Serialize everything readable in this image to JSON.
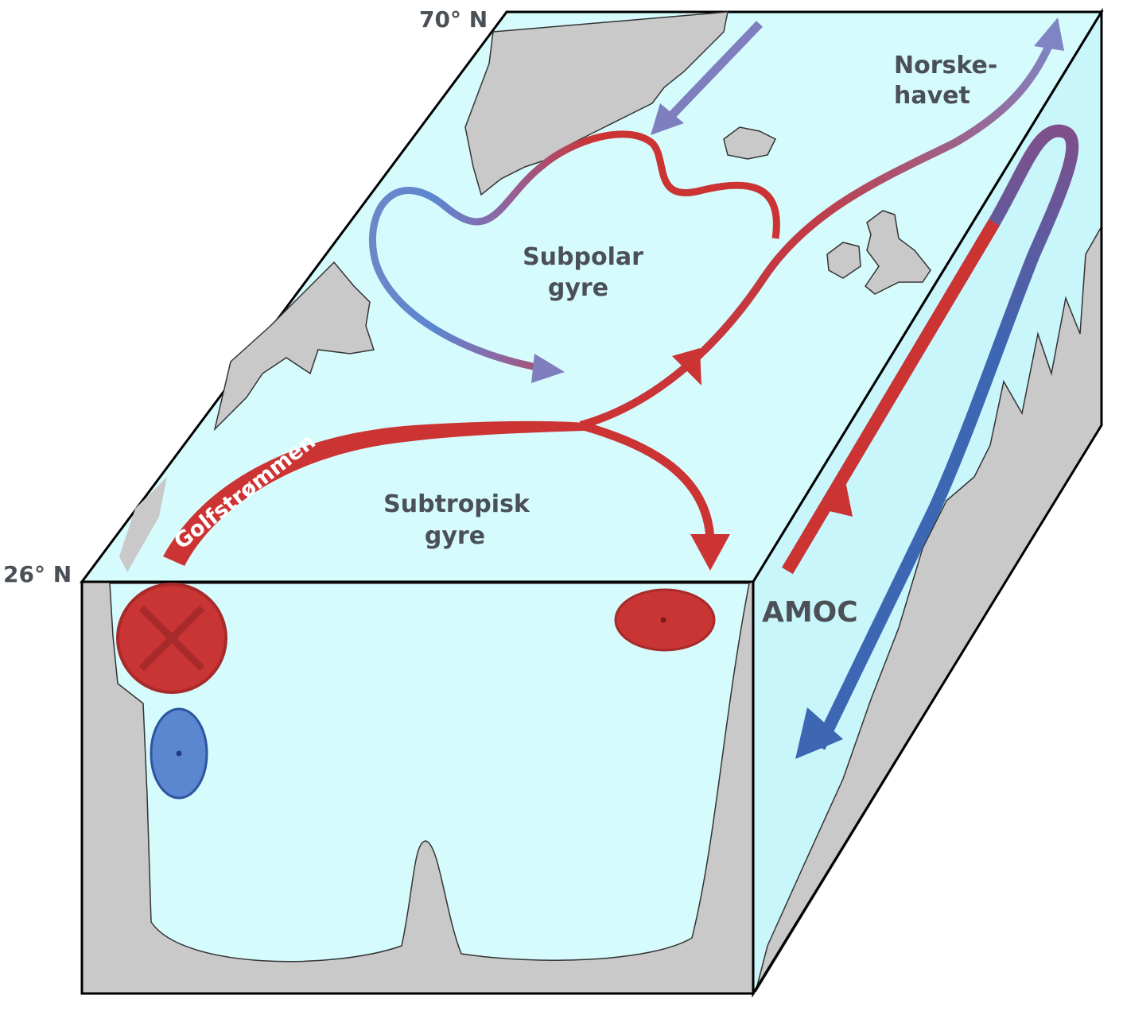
{
  "labels": {
    "lat_north": "70° N",
    "lat_south": "26° N",
    "norske_line1": "Norske-",
    "norske_line2": "havet",
    "subpolar_line1": "Subpolar",
    "subpolar_line2": "gyre",
    "subtropisk_line1": "Subtropisk",
    "subtropisk_line2": "gyre",
    "gulf_stream": "Golfstrømmen",
    "amoc": "AMOC"
  },
  "colors": {
    "ocean": "#d6fbfd",
    "ocean_side": "#c9f6fa",
    "land": "#c9c9c9",
    "warm": "#cc3333",
    "cold": "#3d67b3",
    "transition": "#7f7fc0",
    "text": "#4a5056"
  }
}
